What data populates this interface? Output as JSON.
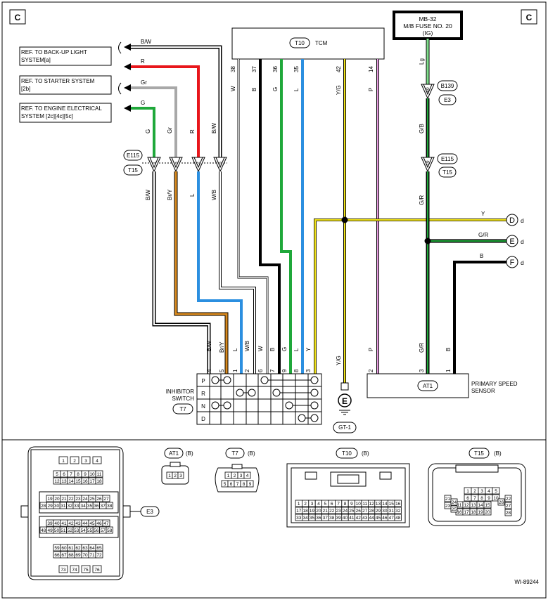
{
  "page_marker_left": "C",
  "page_marker_right": "C",
  "fuse_box": {
    "line1": "MB-32",
    "line2": "M/B FUSE NO. 20",
    "line3": "(IG)"
  },
  "tcm": {
    "ref": "T10",
    "name": "TCM"
  },
  "tcm_pins": [
    {
      "pin": "38",
      "color": "W"
    },
    {
      "pin": "37",
      "color": "B"
    },
    {
      "pin": "36",
      "color": "G"
    },
    {
      "pin": "35",
      "color": "L"
    },
    {
      "pin": "42",
      "color": "Y/G"
    },
    {
      "pin": "14",
      "color": "P"
    }
  ],
  "references": [
    {
      "text1": "REF. TO BACK-UP LIGHT",
      "text2": "SYSTEM[a]",
      "wire": "B/W"
    },
    {
      "text1": "",
      "text2": "",
      "wire": "R"
    },
    {
      "text1": "REF. TO STARTER SYSTEM",
      "text2": "[2b]",
      "wire": "Gr"
    },
    {
      "text1": "REF. TO ENGINE ELECTRICAL",
      "text2": "SYSTEM [2c][4c][5c]",
      "wire": "G"
    }
  ],
  "connector_e115_left": {
    "ref1": "E115",
    "ref2": "T15",
    "pins": [
      "1",
      "5",
      "2",
      "6"
    ],
    "upper_colors": [
      "G",
      "Gr",
      "R",
      "B/W"
    ],
    "lower_colors": [
      "B/W",
      "Br/Y",
      "L",
      "W/B"
    ]
  },
  "connector_b139": {
    "ref1": "B139",
    "ref2": "E3",
    "pin": "40",
    "upper_color": "Lg",
    "lower_color": "G/B"
  },
  "connector_e115_right": {
    "ref1": "E115",
    "ref2": "T15",
    "pin": "19",
    "lower_color": "G/R"
  },
  "right_connectors": [
    {
      "letter": "D",
      "suffix": "d",
      "wire": "Y"
    },
    {
      "letter": "E",
      "suffix": "d",
      "wire": "G/R"
    },
    {
      "letter": "F",
      "suffix": "d",
      "wire": "B"
    }
  ],
  "inhibitor_switch": {
    "label1": "INHIBITOR",
    "label2": "SWITCH",
    "ref": "T7",
    "pins": [
      "4",
      "5",
      "1",
      "2",
      "6",
      "7",
      "9",
      "8",
      "3"
    ],
    "pin_colors": [
      "B/W",
      "Br/Y",
      "L",
      "W/B",
      "W",
      "B",
      "G",
      "L",
      "Y"
    ],
    "rows": [
      "P",
      "R",
      "N",
      "D"
    ]
  },
  "ground": {
    "wire": "Y/G",
    "symbol": "E",
    "ref": "GT-1"
  },
  "sensor": {
    "ref": "AT1",
    "label1": "PRIMARY SPEED",
    "label2": "SENSOR",
    "pins": [
      "2",
      "3",
      "1"
    ],
    "pin_colors": [
      "P",
      "G/R",
      "B"
    ]
  },
  "connector_views": [
    {
      "ref": "E3",
      "suffix": ""
    },
    {
      "ref": "AT1",
      "suffix": "(B)"
    },
    {
      "ref": "T7",
      "suffix": "(B)"
    },
    {
      "ref": "T10",
      "suffix": "(B)"
    },
    {
      "ref": "T15",
      "suffix": "(B)"
    }
  ],
  "e3_rows": [
    [
      "1",
      "2",
      "3",
      "4"
    ],
    [
      "5",
      "6",
      "7",
      "8",
      "9",
      "10",
      "11"
    ],
    [
      "12",
      "13",
      "14",
      "15",
      "16",
      "17",
      "18"
    ],
    [
      "19",
      "20",
      "21",
      "22",
      "23",
      "24",
      "25",
      "26",
      "27"
    ],
    [
      "28",
      "29",
      "30",
      "31",
      "32",
      "33",
      "34",
      "35",
      "36",
      "37",
      "38"
    ],
    [
      "39",
      "40",
      "41",
      "42",
      "43",
      "44",
      "45",
      "46",
      "47"
    ],
    [
      "48",
      "49",
      "50",
      "51",
      "52",
      "53",
      "54",
      "55",
      "56",
      "57",
      "58"
    ],
    [
      "59",
      "60",
      "61",
      "62",
      "63",
      "64",
      "65"
    ],
    [
      "66",
      "67",
      "68",
      "69",
      "70",
      "71",
      "72"
    ],
    [
      "73",
      "74",
      "75",
      "76"
    ]
  ],
  "at1_pins": [
    "1",
    "2",
    "3"
  ],
  "t7_rows": [
    [
      "1",
      "2",
      "3",
      "4"
    ],
    [
      "5",
      "6",
      "7",
      "8",
      "9"
    ]
  ],
  "t10_rows": [
    [
      "1",
      "2",
      "3",
      "4",
      "5",
      "6",
      "7",
      "8",
      "9",
      "10",
      "11",
      "12",
      "13",
      "14",
      "15",
      "16"
    ],
    [
      "17",
      "18",
      "19",
      "20",
      "21",
      "22",
      "23",
      "24",
      "25",
      "26",
      "27",
      "28",
      "29",
      "30",
      "31",
      "32"
    ],
    [
      "33",
      "34",
      "35",
      "36",
      "37",
      "38",
      "39",
      "40",
      "41",
      "42",
      "43",
      "44",
      "45",
      "46",
      "47",
      "48"
    ]
  ],
  "t15_rows": [
    [
      "1",
      "2",
      "3",
      "4",
      "5"
    ],
    [
      "6",
      "7",
      "8",
      "9",
      "10"
    ],
    [
      "11",
      "12",
      "13",
      "14",
      "15"
    ],
    [
      "16",
      "17",
      "18",
      "19",
      "20"
    ]
  ],
  "t15_side_left": [
    "21",
    "23",
    "24",
    "25"
  ],
  "t15_side_right": [
    "22",
    "26",
    "27",
    "28"
  ],
  "figure_id": "WI-89244",
  "colors": {
    "bw": "#000000",
    "red": "#e8161b",
    "gray": "#a8a8a8",
    "green": "#1fa83a",
    "blue": "#2b8fe0",
    "orange": "#d98a1e",
    "yellow": "#f0e21a",
    "pink": "#e79be0",
    "lightgreen": "#7fe08c"
  }
}
